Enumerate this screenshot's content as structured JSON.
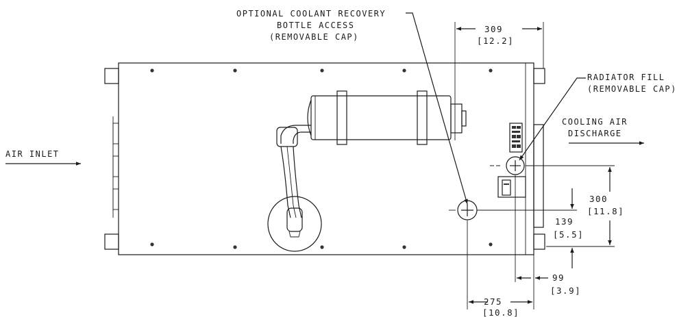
{
  "labels": {
    "coolant_recovery_line1": "OPTIONAL COOLANT RECOVERY",
    "coolant_recovery_line2": "BOTTLE ACCESS",
    "coolant_recovery_line3": "(REMOVABLE CAP)",
    "radiator_fill_line1": "RADIATOR FILL",
    "radiator_fill_line2": "(REMOVABLE CAP)",
    "cooling_air_line1": "COOLING AIR",
    "cooling_air_line2": "DISCHARGE",
    "air_inlet": "AIR INLET"
  },
  "dimensions": {
    "d309_mm": "309",
    "d309_in": "[12.2]",
    "d300_mm": "300",
    "d300_in": "[11.8]",
    "d139_mm": "139",
    "d139_in": "[5.5]",
    "d99_mm": "99",
    "d99_in": "[3.9]",
    "d275_mm": "275",
    "d275_in": "[10.8]"
  }
}
